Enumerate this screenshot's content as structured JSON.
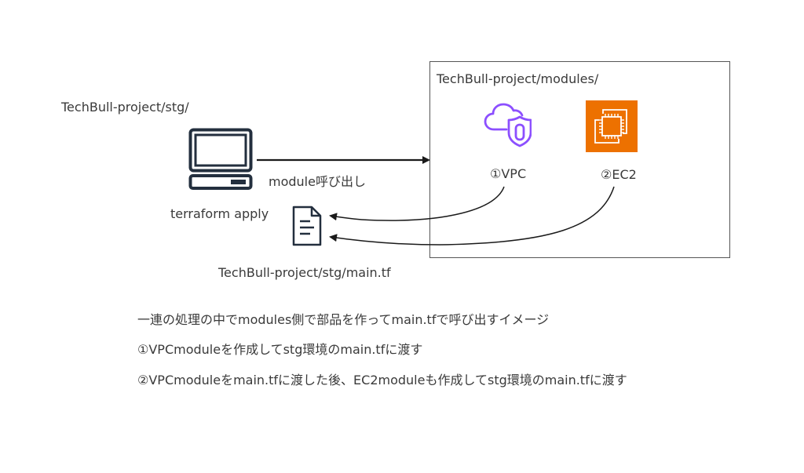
{
  "stg_label": "TechBull-project/stg/",
  "modules_label": "TechBull-project/modules/",
  "arrow_label": "module呼び出し",
  "computer_label": "terraform apply",
  "main_tf_label": "TechBull-project/stg/main.tf",
  "vpc_label": "①VPC",
  "ec2_label": "②EC2",
  "colors": {
    "vpc_icon": "#8c4fff",
    "ec2_icon_bg": "#ed7100",
    "line": "#1a1a1a",
    "device_icon": "#232f3e"
  },
  "notes": [
    "一連の処理の中でmodules側で部品を作ってmain.tfで呼び出すイメージ",
    "①VPCmoduleを作成してstg環境のmain.tfに渡す",
    "②VPCmoduleをmain.tfに渡した後、EC2moduleも作成してstg環境のmain.tfに渡す"
  ]
}
